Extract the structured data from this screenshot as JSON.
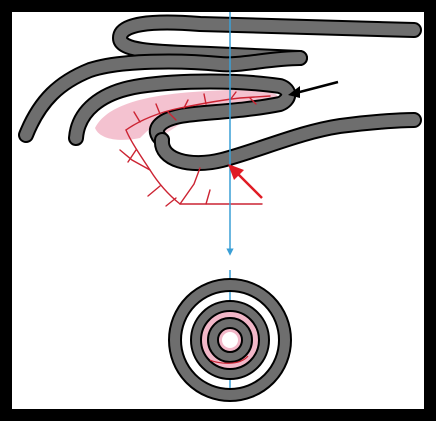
{
  "diagram": {
    "colors": {
      "frame": "#000000",
      "background": "#ffffff",
      "wall_fill": "#6e6e6e",
      "wall_outline": "#000000",
      "mucosa": "#f2b7c8",
      "vessels": "#cc2433",
      "red_arrow": "#e01b24",
      "black_arrow": "#000000",
      "section_line": "#3a9fd6"
    },
    "elements": {
      "longitudinal_section": "folded-bowel-wall",
      "cross_section": "concentric-rings",
      "black_arrow": "points-to-outer-fold",
      "red_arrow": "points-to-inner-fold",
      "blue_line": "cutting-plane"
    }
  }
}
